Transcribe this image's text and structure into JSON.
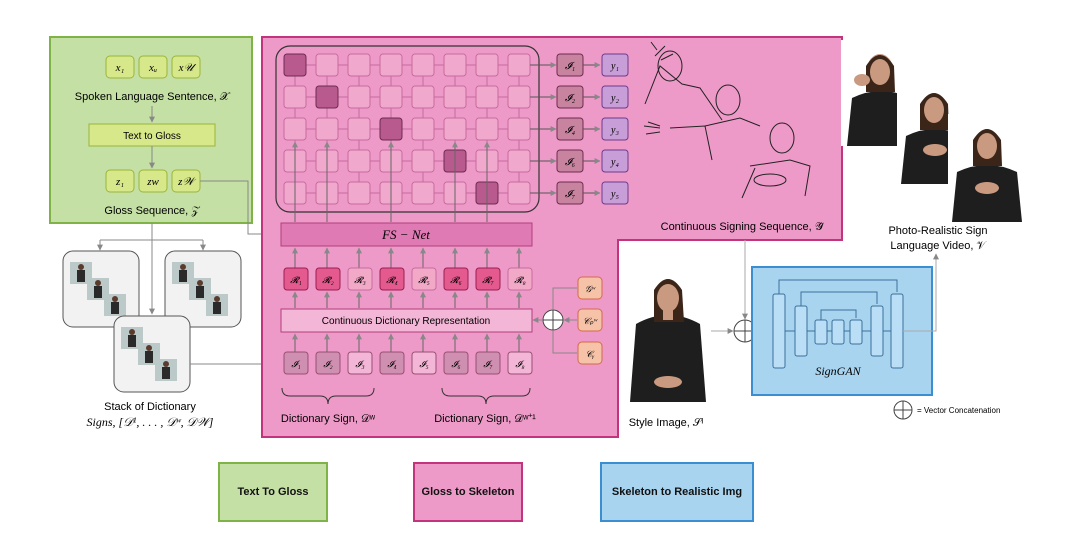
{
  "text_to_gloss": {
    "x_tokens": [
      "x₁",
      "xᵤ",
      "x𝒰"
    ],
    "sentence_label": "Spoken Language Sentence, 𝒳",
    "module_label": "Text to Gloss",
    "z_tokens": [
      "z₁",
      "zw",
      "z𝒲"
    ],
    "gloss_label": "Gloss Sequence, 𝒵"
  },
  "dictionary": {
    "stack_label_line1": "Stack of Dictionary",
    "stack_label_line2": "Signs, [𝒟¹, . . . , 𝒟ʷ, 𝒟𝒲]"
  },
  "gloss_to_skeleton": {
    "fsnet_label": "FS − Net",
    "outputs": [
      {
        "in": "𝓘₁",
        "out": "y₁"
      },
      {
        "in": "𝓘₂",
        "out": "y₂"
      },
      {
        "in": "𝓘₄",
        "out": "y₃"
      },
      {
        "in": "𝓘₆",
        "out": "y₄"
      },
      {
        "in": "𝓘₇",
        "out": "y₅"
      }
    ],
    "r_tokens": [
      "𝓡₁",
      "𝓡₂",
      "𝓡₃",
      "𝓡₄",
      "𝓡₅",
      "𝓡₆",
      "𝓡₇",
      "𝓡₈"
    ],
    "cdr_label": "Continuous Dictionary Representation",
    "i_tokens": [
      "𝓘₁",
      "𝓘₂",
      "𝓘₃",
      "𝓘₄",
      "𝓘₅",
      "𝓘₆",
      "𝓘₇",
      "𝓘₈"
    ],
    "side_tokens": [
      "𝒢ʷ",
      "𝒞ₚʷ",
      "𝒞ᵧ"
    ],
    "dict_sign_w": "Dictionary Sign, 𝒟ʷ",
    "dict_sign_w1": "Dictionary Sign, 𝒟ʷ⁺¹",
    "continuous_label": "Continuous Signing Sequence, 𝒴̂"
  },
  "signgan": {
    "label": "SignGAN",
    "style_label": "Style Image, 𝒮ᴵ",
    "photo_label_line1": "Photo-Realistic Sign",
    "photo_label_line2": "Language Video, 𝒱",
    "concat_label": "= Vector Concatenation"
  },
  "legend": [
    {
      "label": "Text To Gloss",
      "color": "#c5e0a5"
    },
    {
      "label": "Gloss to Skeleton",
      "color": "#ee9ac8"
    },
    {
      "label": "Skeleton to Realistic Img",
      "color": "#a8d4f0"
    }
  ]
}
